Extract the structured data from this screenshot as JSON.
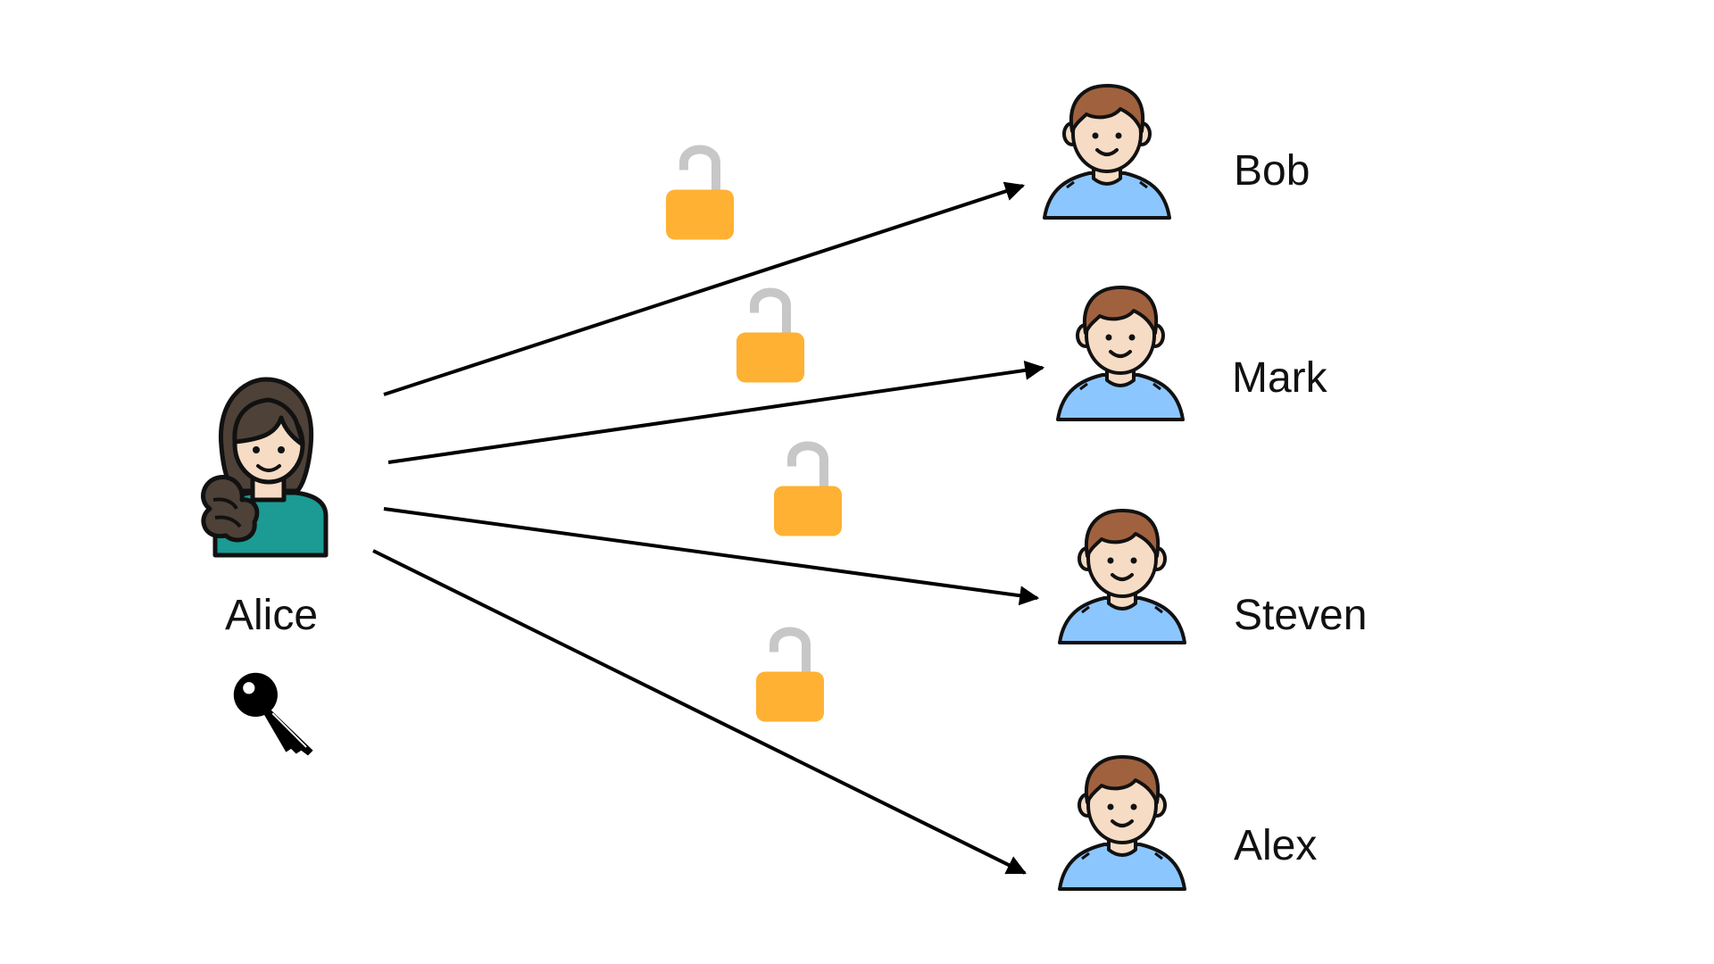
{
  "sender": {
    "name": "Alice",
    "icon": "woman-avatar-icon",
    "holds": "key-icon"
  },
  "recipients": [
    {
      "name": "Bob",
      "icon": "man-avatar-icon"
    },
    {
      "name": "Mark",
      "icon": "man-avatar-icon"
    },
    {
      "name": "Steven",
      "icon": "man-avatar-icon"
    },
    {
      "name": "Alex",
      "icon": "man-avatar-icon"
    }
  ],
  "connector_icon": "open-padlock-icon",
  "colors": {
    "arrow": "#000000",
    "lock_body": "#FFB133",
    "lock_shackle": "#C7C7C7",
    "skin": "#F6DCC4",
    "male_hair": "#A0613E",
    "male_shirt": "#8CC6FF",
    "female_hair": "#4E4138",
    "female_shirt": "#1C9A94",
    "outline": "#111111"
  }
}
